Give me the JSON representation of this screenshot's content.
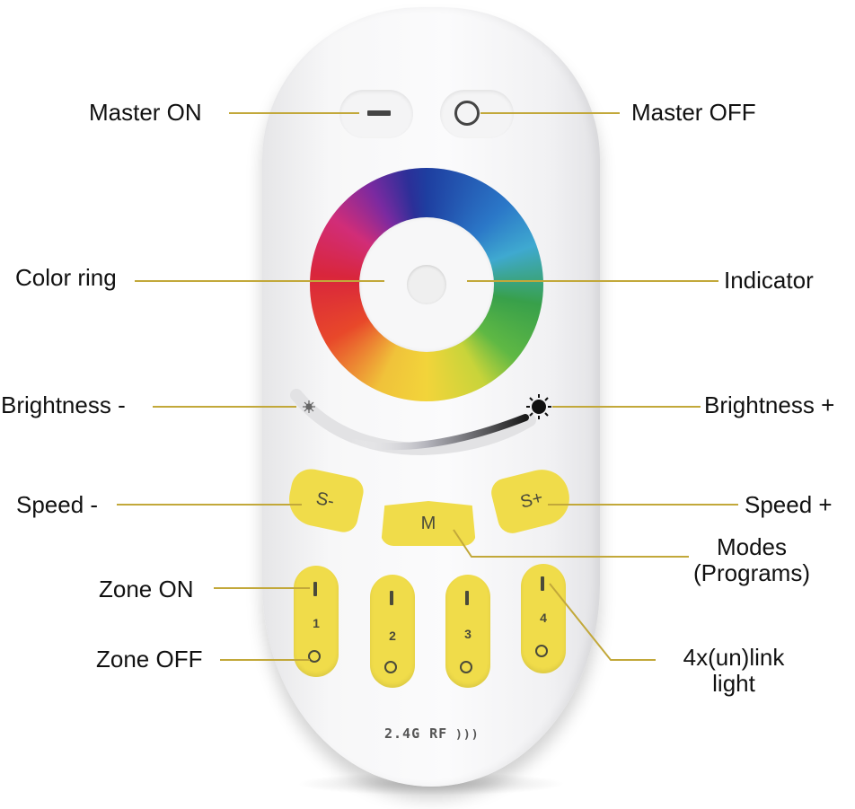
{
  "diagram": {
    "subject": "RGB LED remote control",
    "line_color": "#c2a83a",
    "button_color": "#f0dc4a",
    "labels": {
      "master_on": "Master ON",
      "master_off": "Master OFF",
      "color_ring": "Color ring",
      "indicator": "Indicator",
      "brightness_minus": "Brightness -",
      "brightness_plus": "Brightness +",
      "speed_minus": "Speed -",
      "speed_plus": "Speed +",
      "modes_line1": "Modes",
      "modes_line2": "(Programs)",
      "zone_on": "Zone ON",
      "zone_off": "Zone OFF",
      "link_line1": "4x(un)link",
      "link_line2": "light"
    },
    "buttons": {
      "speed_minus": "S-",
      "speed_plus": "S+",
      "mode": "M"
    },
    "zones": [
      "1",
      "2",
      "3",
      "4"
    ],
    "branding": "2.4G RF"
  }
}
